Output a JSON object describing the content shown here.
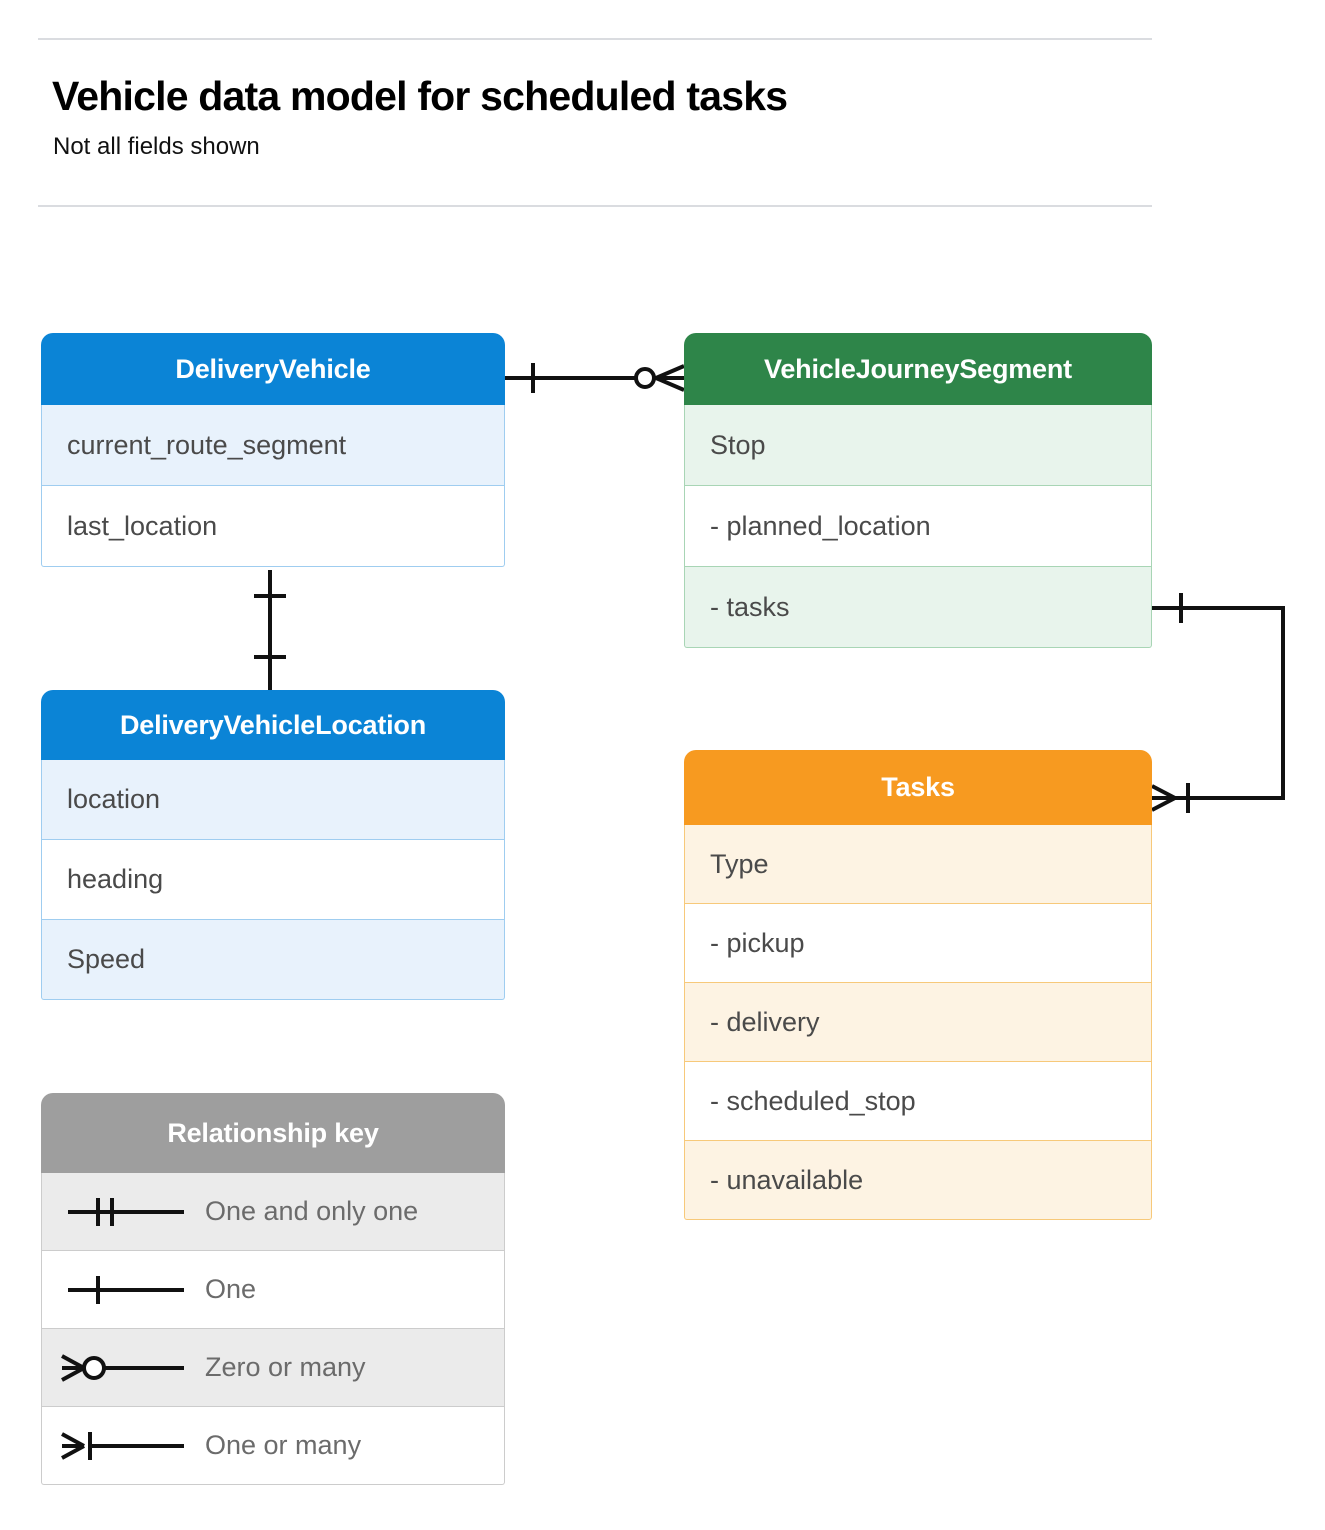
{
  "header": {
    "title": "Vehicle data model for scheduled tasks",
    "subtitle": "Not all fields shown"
  },
  "colors": {
    "blue": "#0b84d6",
    "blue_row": "#e8f2fc",
    "green": "#2e8549",
    "green_row": "#e8f4ec",
    "orange": "#f79a20",
    "orange_row": "#fdf3e3",
    "gray": "#9e9e9e",
    "gray_row": "#ebebeb",
    "line": "#111111",
    "rule": "#dadce0"
  },
  "entities": [
    {
      "name": "DeliveryVehicle",
      "theme": "blue",
      "fields": [
        {
          "label": "current_route_segment"
        },
        {
          "label": "last_location"
        }
      ]
    },
    {
      "name": "VehicleJourneySegment",
      "theme": "green",
      "fields": [
        {
          "label": "Stop"
        },
        {
          "label": "-  planned_location"
        },
        {
          "label": "- tasks"
        }
      ]
    },
    {
      "name": "DeliveryVehicleLocation",
      "theme": "blue",
      "fields": [
        {
          "label": "location"
        },
        {
          "label": "heading"
        },
        {
          "label": "Speed"
        }
      ]
    },
    {
      "name": "Tasks",
      "theme": "orange",
      "fields": [
        {
          "label": "Type"
        },
        {
          "label": "-  pickup"
        },
        {
          "label": "-  delivery"
        },
        {
          "label": "-  scheduled_stop"
        },
        {
          "label": "-  unavailable"
        }
      ]
    }
  ],
  "legend": {
    "title": "Relationship key",
    "items": [
      {
        "symbol": "one-and-only-one",
        "label": "One and only one"
      },
      {
        "symbol": "one",
        "label": "One"
      },
      {
        "symbol": "zero-or-many",
        "label": "Zero or many"
      },
      {
        "symbol": "one-or-many",
        "label": "One or many"
      }
    ]
  },
  "relationships": [
    {
      "from": "DeliveryVehicle",
      "to": "VehicleJourneySegment",
      "from_cardinality": "one",
      "to_cardinality": "zero-or-many"
    },
    {
      "from": "DeliveryVehicle",
      "to": "DeliveryVehicleLocation",
      "from_cardinality": "one",
      "to_cardinality": "one"
    },
    {
      "from": "VehicleJourneySegment.tasks",
      "to": "Tasks",
      "from_cardinality": "one",
      "to_cardinality": "one-or-many"
    }
  ]
}
